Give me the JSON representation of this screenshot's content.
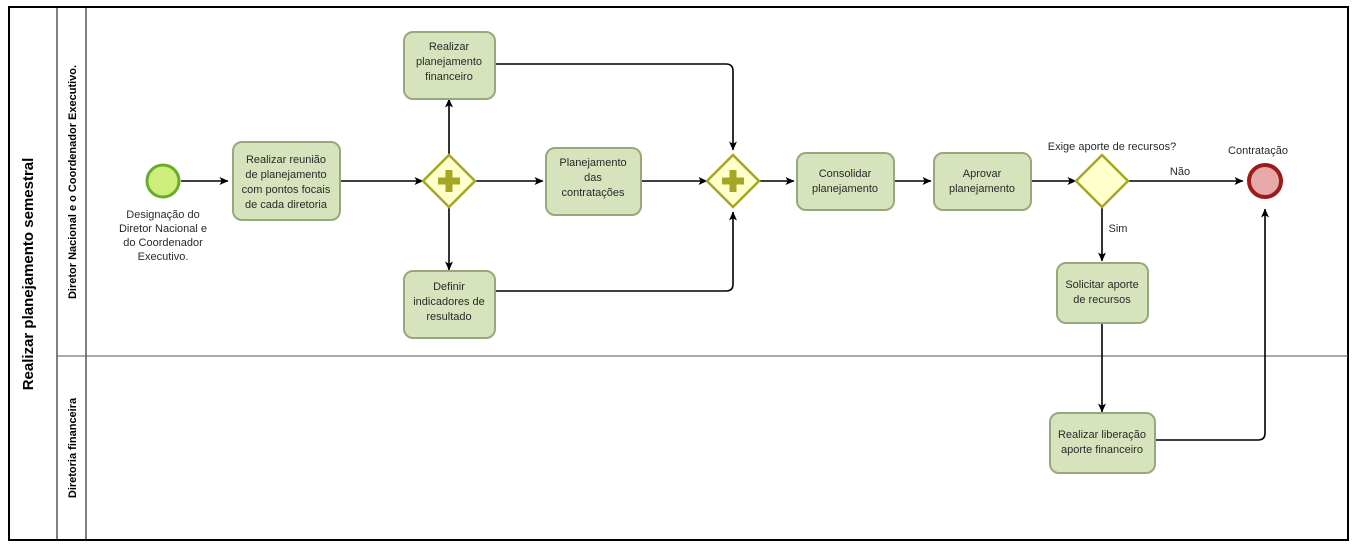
{
  "pool": {
    "title": "Realizar planejamento semestral",
    "lanes": [
      {
        "id": "lane-director",
        "title": "Diretor Nacional e o Coordenador Executivo."
      },
      {
        "id": "lane-finance",
        "title": "Diretoria financeira"
      }
    ]
  },
  "events": {
    "start": {
      "name": "start-event",
      "label": "Designação do\nDiretor Nacional e\ndo Coordenador\nExecutivo.",
      "label_lines": [
        "Designação do",
        "Diretor Nacional e",
        "do Coordenador",
        "Executivo."
      ],
      "fill": "#cdee7a",
      "stroke": "#6cab2a"
    },
    "end": {
      "name": "end-event",
      "label": "Contratação",
      "fill": "#e8a9a9",
      "stroke": "#9d1b1b"
    }
  },
  "tasks": [
    {
      "id": "task-reuniao",
      "label": "Realizar reunião de planejamento com pontos focais de cada diretoria",
      "lines": [
        "Realizar reunião",
        "de planejamento",
        "com pontos focais",
        "de cada diretoria"
      ]
    },
    {
      "id": "task-planejamento-financeiro",
      "label": "Realizar planejamento financeiro",
      "lines": [
        "Realizar",
        "planejamento",
        "financeiro"
      ]
    },
    {
      "id": "task-planejamento-contratacoes",
      "label": "Planejamento das contratações",
      "lines": [
        "Planejamento",
        "das",
        "contratações"
      ]
    },
    {
      "id": "task-definir-indicadores",
      "label": "Definir indicadores de resultado",
      "lines": [
        "Definir",
        "indicadores de",
        "resultado"
      ]
    },
    {
      "id": "task-consolidar",
      "label": "Consolidar planejamento",
      "lines": [
        "Consolidar",
        "planejamento"
      ]
    },
    {
      "id": "task-aprovar",
      "label": "Aprovar planejamento",
      "lines": [
        "Aprovar",
        "planejamento"
      ]
    },
    {
      "id": "task-solicitar-aporte",
      "label": "Solicitar aporte de recursos",
      "lines": [
        "Solicitar aporte",
        "de recursos"
      ]
    },
    {
      "id": "task-liberacao-aporte",
      "label": "Realizar liberação aporte financeiro",
      "lines": [
        "Realizar liberação",
        "aporte financeiro"
      ]
    }
  ],
  "gateways": [
    {
      "id": "gateway-parallel-split",
      "type": "parallel",
      "label": ""
    },
    {
      "id": "gateway-parallel-join",
      "type": "parallel",
      "label": ""
    },
    {
      "id": "gateway-exclusive-aporte",
      "type": "exclusive",
      "label": "Exige aporte de recursos?"
    }
  ],
  "flow_labels": {
    "nao": "Não",
    "sim": "Sim"
  },
  "colors": {
    "task_fill": "#d6e3bc",
    "task_stroke": "#97a97c",
    "gateway_fill": "#ffffcc",
    "gateway_stroke": "#a6a625",
    "start_fill": "#cdee7a",
    "end_fill": "#e8a9a9",
    "end_stroke": "#9d1b1b",
    "flow_stroke": "#000000"
  }
}
